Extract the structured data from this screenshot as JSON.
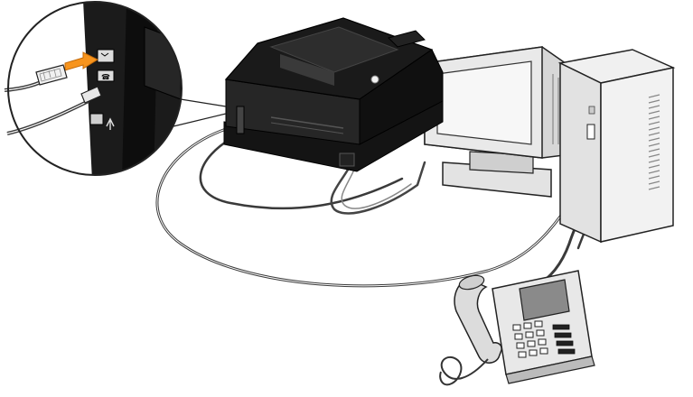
{
  "figure": {
    "components": [
      "printer",
      "computer-monitor",
      "computer-tower",
      "telephone",
      "inset-magnifier"
    ],
    "icons": [
      "phone-line-icon",
      "ext-port-icon",
      "usb-port-icon"
    ],
    "colors": {
      "printer_body": "#1a1a1a",
      "printer_trim": "#d9d9d9",
      "computer_face": "#e6e6e6",
      "computer_shadow": "#b5b5b5",
      "cable": "#3a3a3a",
      "highlight_arrow": "#f7941d",
      "outline": "#222222"
    }
  }
}
